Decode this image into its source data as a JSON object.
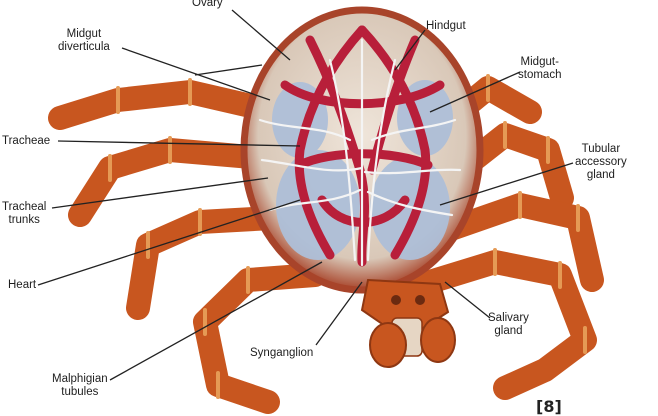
{
  "labels": {
    "ovary": "Ovary",
    "hindgut": "Hindgut",
    "midgut_diverticula": "Midgut\ndiverticula",
    "midgut_stomach": "Midgut-\nstomach",
    "tracheae": "Tracheae",
    "tubular_accessory_gland": "Tubular\naccessory\ngland",
    "tracheal_trunks": "Tracheal\ntrunks",
    "heart": "Heart",
    "salivary_gland": "Salivary\ngland",
    "synganglion": "Synganglion",
    "malpighian_tubules": "Malphigian\ntubules"
  },
  "citation": "[8]",
  "colors": {
    "leg": "#c8561f",
    "leg_joint": "#e59a55",
    "body_rim": "#a8442a",
    "body_interior": "#e8dcd0",
    "organ": "#b81f3a",
    "diverticula": "#aebfd8",
    "trachea": "#f4f4f4",
    "leader": "#222222"
  }
}
